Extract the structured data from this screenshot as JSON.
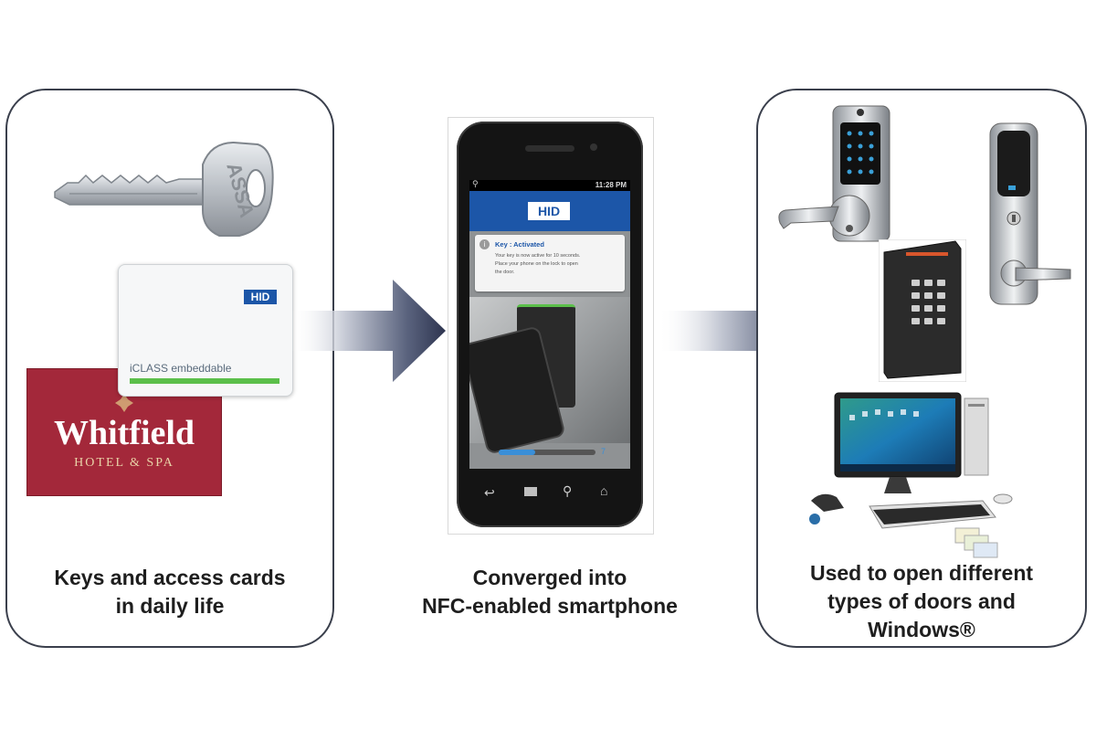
{
  "left": {
    "caption_line1": "Keys and access cards",
    "caption_line2": "in daily life",
    "key_brand": "ASSA",
    "hid_card_logo": "HID",
    "hid_card_text": "iCLASS embeddable",
    "hotel_name": "Whitfield",
    "hotel_sub": "HOTEL & SPA"
  },
  "middle": {
    "caption_line1": "Converged into",
    "caption_line2": "NFC-enabled smartphone",
    "phone": {
      "time": "11:28 PM",
      "app_logo": "HID",
      "notice_title": "Key : Activated",
      "notice_line1": "Your key is now active for 10 seconds.",
      "notice_line2": "Place your phone on the lock to open",
      "notice_line3": "the door.",
      "countdown": "7"
    }
  },
  "right": {
    "caption_line1": "Used to open different",
    "caption_line2": "types of doors and",
    "caption_line3": "Windows®"
  },
  "colors": {
    "panel_border": "#3a3f4c",
    "arrow_dark": "#2e3550",
    "hid_blue": "#1c56a8",
    "hotel_red": "#a3283a",
    "card_green": "#5bbf4a"
  },
  "icons": [
    "key-icon",
    "hid-card-icon",
    "hotel-card-icon",
    "smartphone-icon",
    "door-lock-icon",
    "keypad-reader-icon",
    "lever-lock-icon",
    "computer-icon",
    "arrow-right-icon"
  ]
}
